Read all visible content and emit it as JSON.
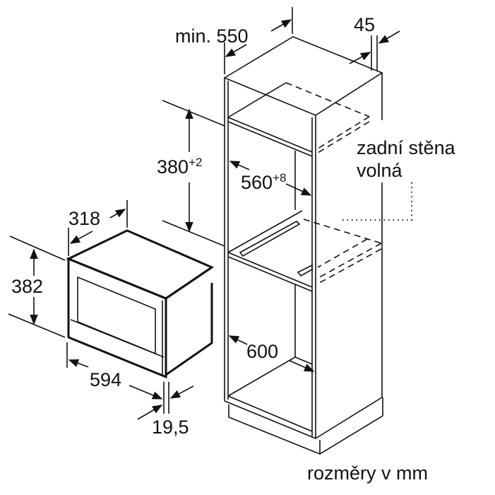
{
  "diagram": {
    "cabinet": {
      "depth_label": "min. 550",
      "rear_gap_label": "45",
      "niche_height_label": "380",
      "niche_height_tolerance": "+2",
      "niche_width_label": "560",
      "niche_width_tolerance": "+8",
      "cabinet_width_label": "600",
      "rear_wall_note_line1": "zadní stěna",
      "rear_wall_note_line2": "volná"
    },
    "appliance": {
      "depth_label": "318",
      "height_label": "382",
      "width_label": "594",
      "front_panel_label": "19,5"
    },
    "units_note": "rozměry v mm",
    "line_color": "#111111"
  }
}
